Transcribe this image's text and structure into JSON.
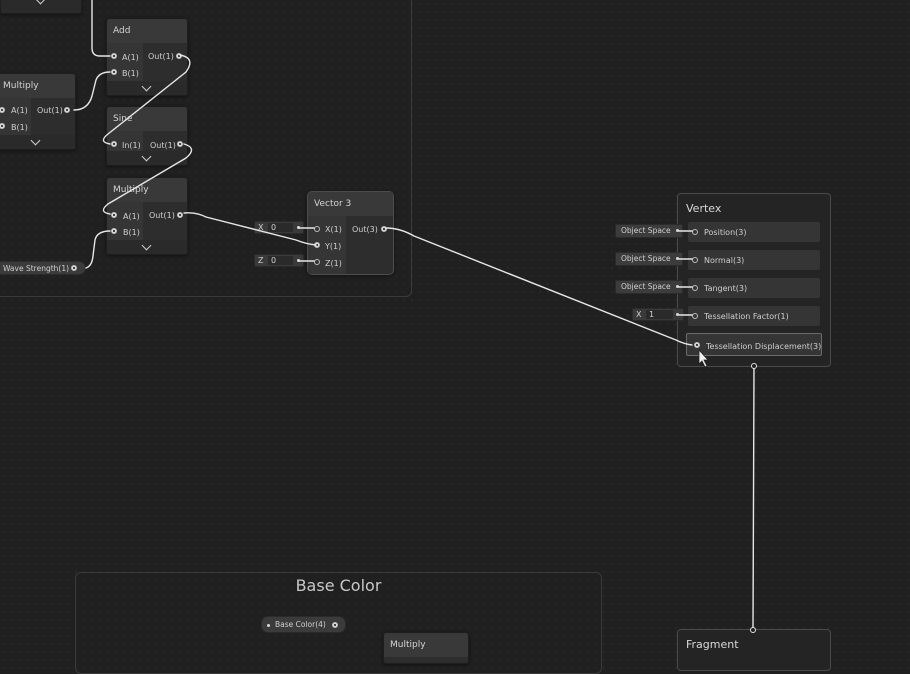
{
  "groups": {
    "top_group": {
      "title": ""
    },
    "base_color": {
      "title": "Base Color"
    }
  },
  "nodes": {
    "add": {
      "title": "Add",
      "in_a": "A(1)",
      "in_b": "B(1)",
      "out": "Out(1)"
    },
    "multiply_left": {
      "title": "Multiply",
      "in_a": "A(1)",
      "in_b": "B(1)",
      "out": "Out(1)"
    },
    "sine": {
      "title": "Sine",
      "in": "In(1)",
      "out": "Out(1)"
    },
    "multiply_mid": {
      "title": "Multiply",
      "in_a": "A(1)",
      "in_b": "B(1)",
      "out": "Out(1)"
    },
    "vector3": {
      "title": "Vector 3",
      "in_x": "X(1)",
      "in_y": "Y(1)",
      "in_z": "Z(1)",
      "out": "Out(3)"
    },
    "multiply_bottom": {
      "title": "Multiply"
    }
  },
  "properties": {
    "wave_strength": "Wave Strength(1)",
    "base_color": "Base Color(4)"
  },
  "fields": {
    "vec_x": {
      "axis": "X",
      "value": "0"
    },
    "vec_z": {
      "axis": "Z",
      "value": "0"
    },
    "tess_x": {
      "axis": "X",
      "value": "1"
    }
  },
  "vertex": {
    "title": "Vertex",
    "slots": [
      {
        "label": "Position(3)",
        "space": "Object Space"
      },
      {
        "label": "Normal(3)",
        "space": "Object Space"
      },
      {
        "label": "Tangent(3)",
        "space": "Object Space"
      },
      {
        "label": "Tessellation Factor(1)",
        "space": ""
      },
      {
        "label": "Tessellation Displacement(3)",
        "space": ""
      }
    ]
  },
  "fragment": {
    "title": "Fragment"
  },
  "colors": {
    "background": "#202020",
    "node": "#2d2d2d",
    "wire": "#e6e6e6"
  }
}
